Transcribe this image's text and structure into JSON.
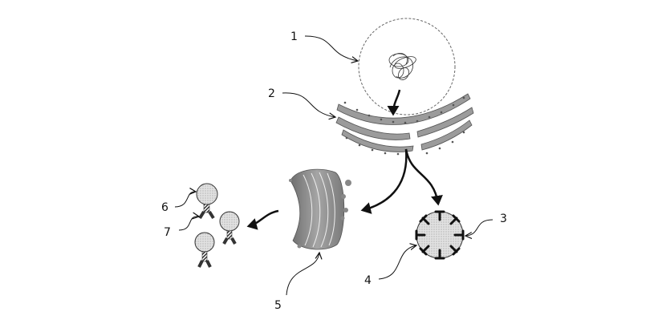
{
  "diagram": {
    "type": "cell-biology-protein-pathway",
    "labels": [
      {
        "id": "1",
        "text": "1",
        "points_to": "nucleus"
      },
      {
        "id": "2",
        "text": "2",
        "points_to": "rough-endoplasmic-reticulum"
      },
      {
        "id": "3",
        "text": "3",
        "points_to": "vesicle-membrane-protein"
      },
      {
        "id": "4",
        "text": "4",
        "points_to": "vesicle"
      },
      {
        "id": "5",
        "text": "5",
        "points_to": "golgi-apparatus"
      },
      {
        "id": "6",
        "text": "6",
        "points_to": "secreted-particle-head"
      },
      {
        "id": "7",
        "text": "7",
        "points_to": "antibody-like-stalk"
      }
    ],
    "flow": [
      "nucleus -> rough-endoplasmic-reticulum",
      "rough-endoplasmic-reticulum -> golgi-apparatus",
      "rough-endoplasmic-reticulum -> vesicle",
      "golgi-apparatus -> secreted-particles"
    ],
    "colors": {
      "line": "#111111",
      "organelle_fill": "#9a9a9a",
      "vesicle_fill": "#dcdcdc",
      "background": "#ffffff"
    }
  }
}
